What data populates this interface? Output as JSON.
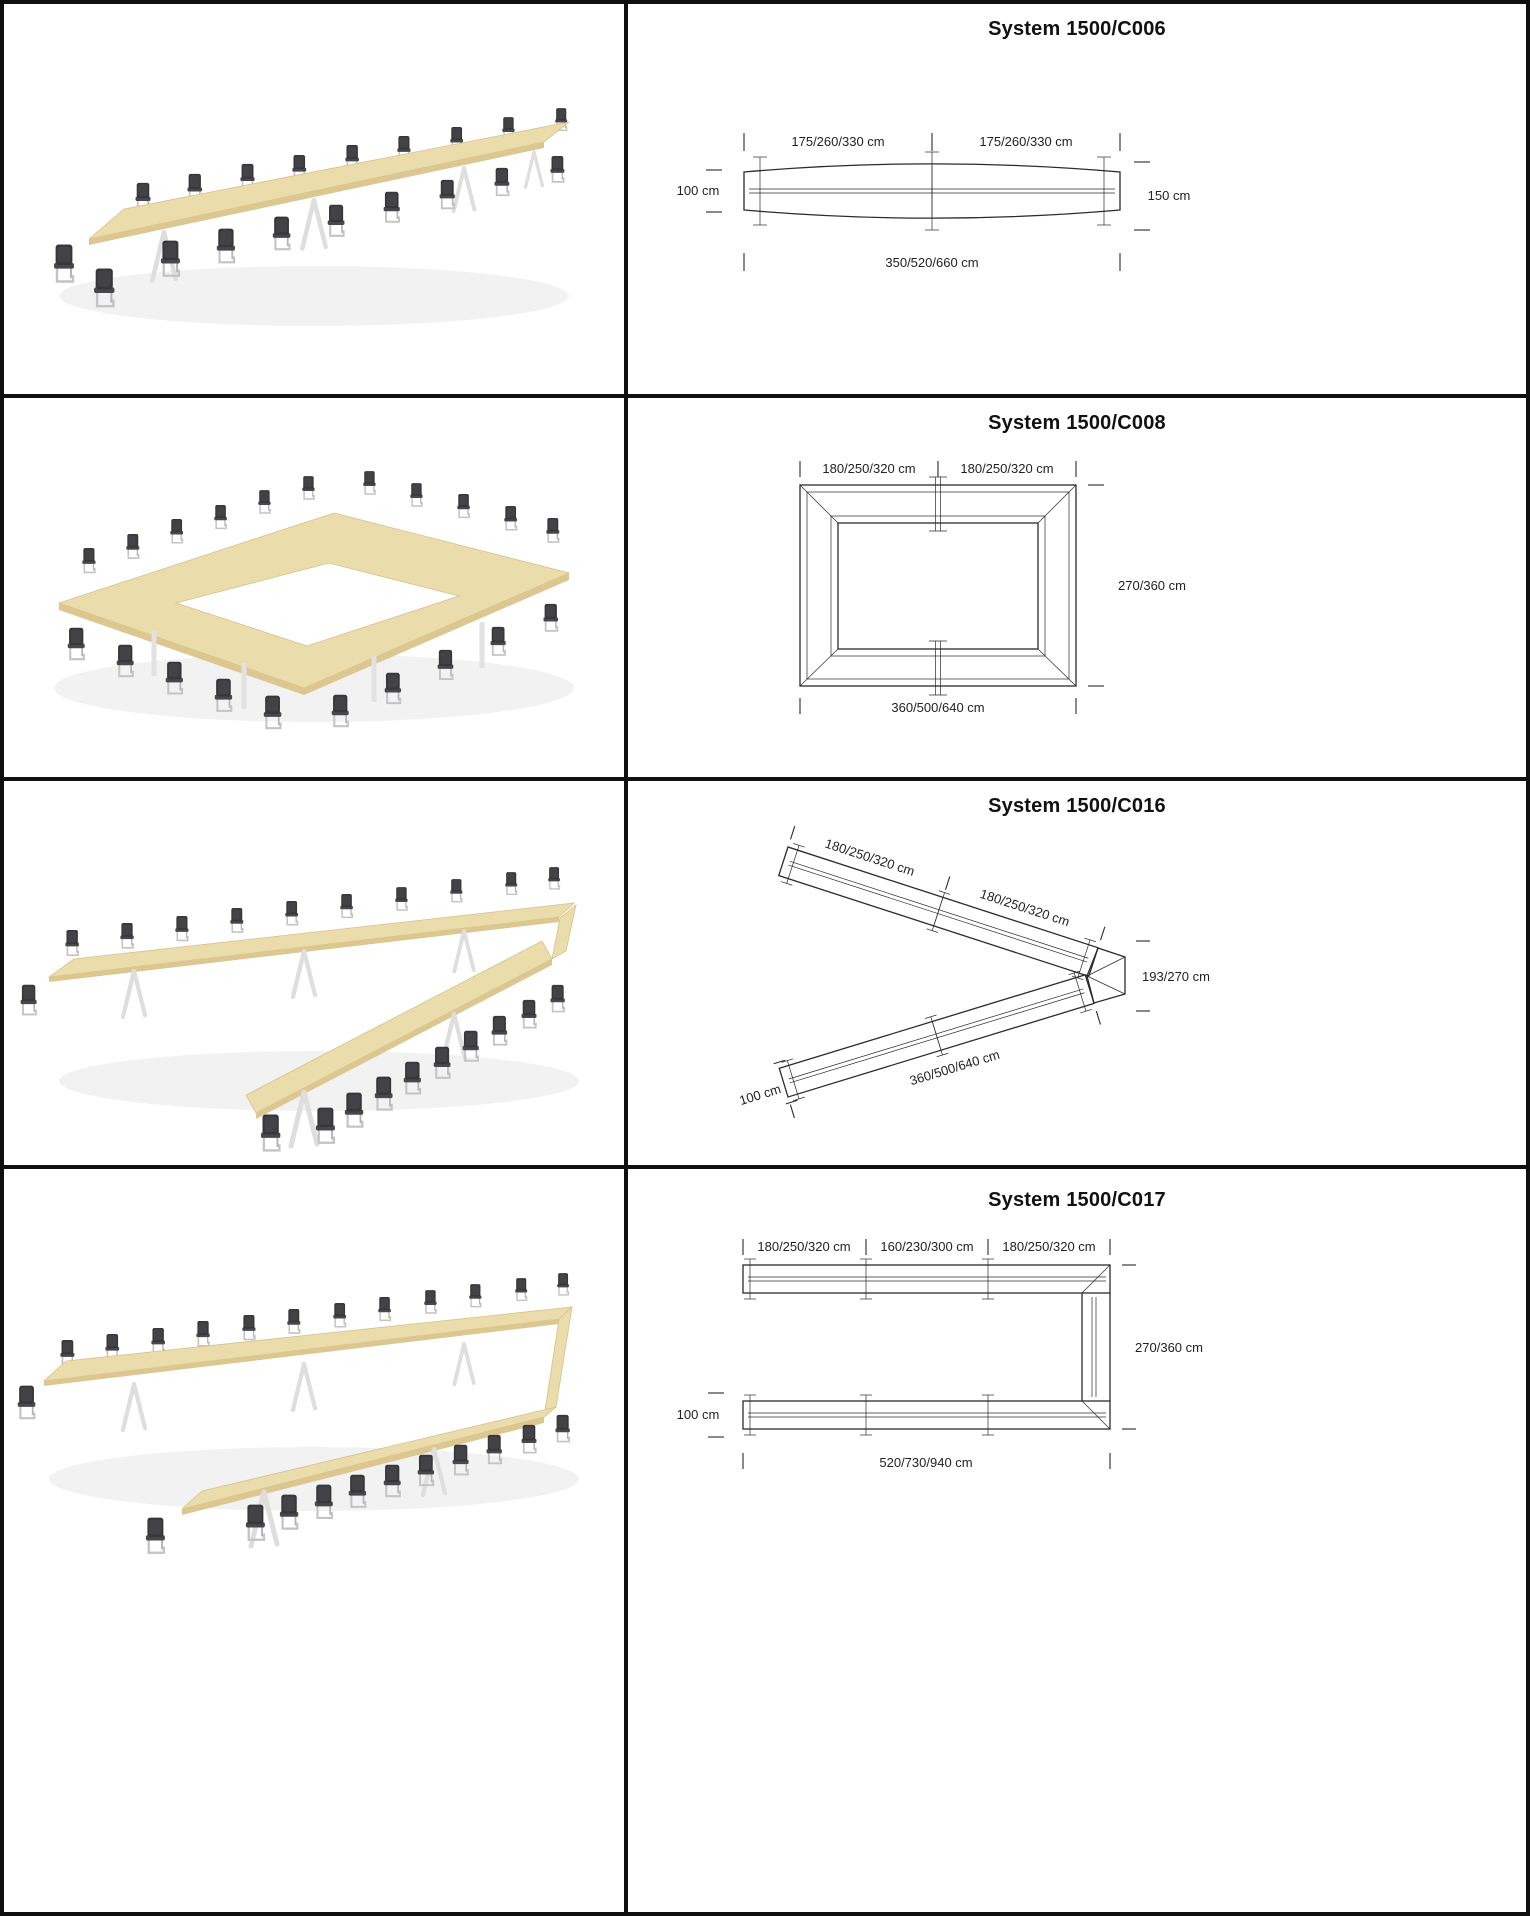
{
  "page": {
    "kind": "conference table system catalog page",
    "border_color": "#101010",
    "background": "#ffffff"
  },
  "colors": {
    "table_wood": "#ebdcab",
    "table_edge": "#d6c28b",
    "chair_dark": "#37373b",
    "drawing_line": "#2b2b2b",
    "dim_text": "#222222"
  },
  "rows": [
    {
      "title": "System 1500/C006",
      "layout_shape": "boat-shaped-conference-table",
      "dims": {
        "top1": "175/260/330 cm",
        "top2": "175/260/330 cm",
        "left": "100 cm",
        "right": "150 cm",
        "bottom": "350/520/660 cm"
      }
    },
    {
      "title": "System 1500/C008",
      "layout_shape": "closed-rectangle-conference-table",
      "dims": {
        "top1": "180/250/320 cm",
        "top2": "180/250/320 cm",
        "right": "270/360 cm",
        "bottom": "360/500/640 cm"
      }
    },
    {
      "title": "System 1500/C016",
      "layout_shape": "v-shaped-conference-table",
      "dims": {
        "top1": "180/250/320 cm",
        "top2": "180/250/320 cm",
        "right": "193/270 cm",
        "left": "100 cm",
        "bottom": "360/500/640 cm"
      }
    },
    {
      "title": "System 1500/C017",
      "layout_shape": "u-shaped-conference-table",
      "dims": {
        "top1": "180/250/320 cm",
        "top2": "160/230/300 cm",
        "top3": "180/250/320 cm",
        "right": "270/360 cm",
        "left": "100 cm",
        "bottom": "520/730/940 cm"
      }
    }
  ]
}
